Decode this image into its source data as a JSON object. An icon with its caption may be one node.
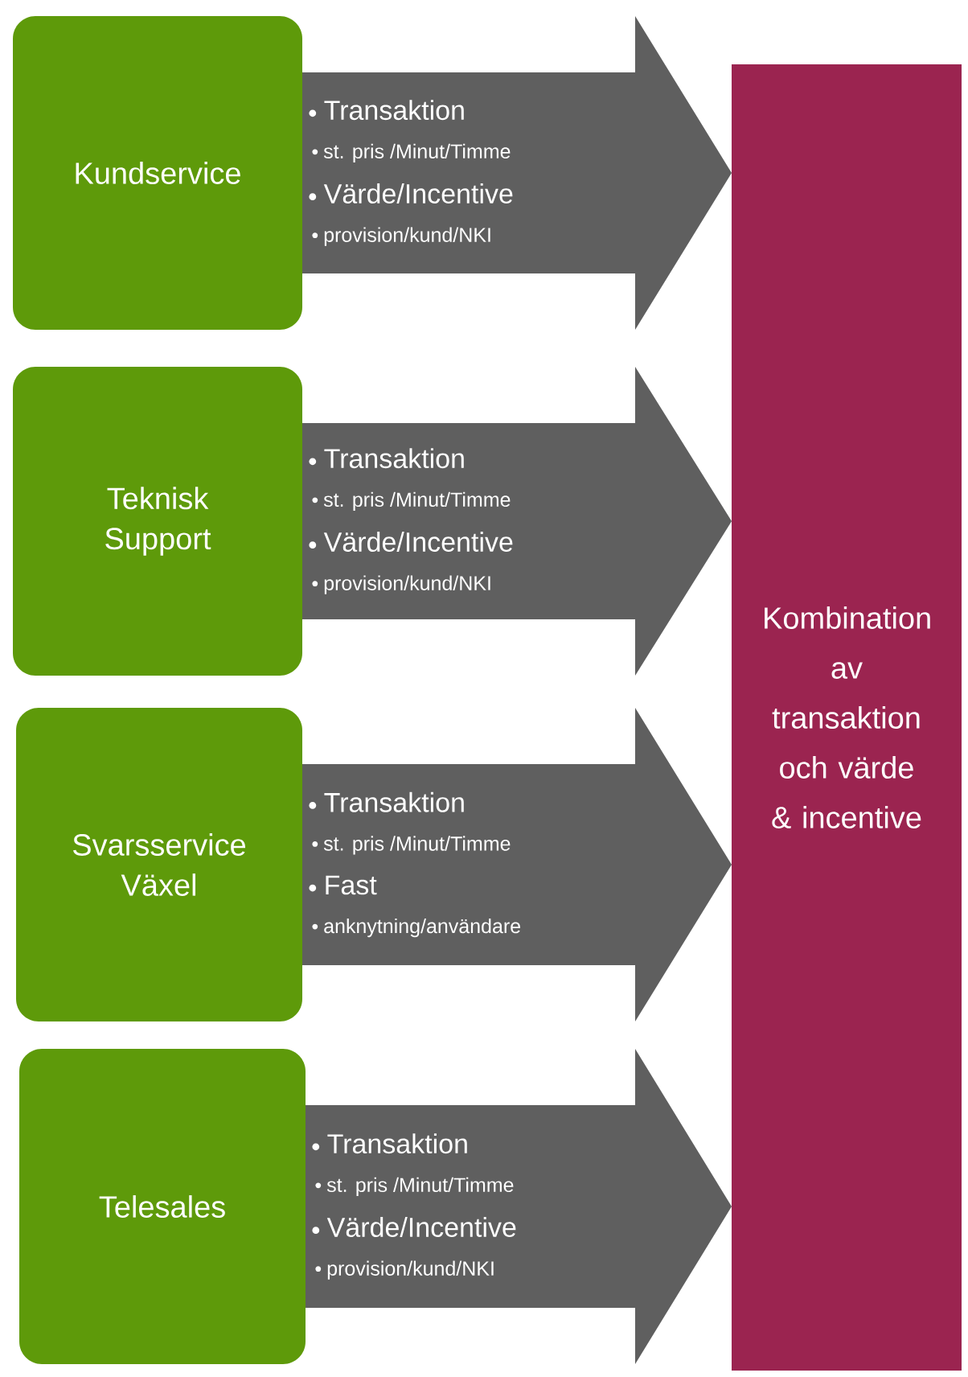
{
  "diagram": {
    "nodes": [
      {
        "text": [
          "Kundservice"
        ]
      },
      {
        "text": [
          "Teknisk Support"
        ]
      },
      {
        "text": [
          "Svarsservice Växel"
        ]
      },
      {
        "text": [
          "Telesales"
        ]
      },
      {
        "text": [
          "Transaktion",
          "st. pris /Minut/Timme",
          "Värde/Incentive",
          "provision/kund/NKI"
        ]
      },
      {
        "text": [
          "Transaktion",
          "st. pris /Minut/Timme",
          "Värde/Incentive",
          "provision/kund/NKI"
        ]
      },
      {
        "text": [
          "Transaktion",
          "st. pris /Minut/Timme",
          "Fast",
          "anknytning/användare"
        ]
      },
      {
        "text": [
          "Transaktion",
          "st. pris /Minut/Timme",
          "Värde/Incentive",
          "provision/kund/NKI"
        ]
      },
      {
        "text": [
          "Kombination av transaktion och värde & incentive"
        ]
      }
    ]
  }
}
